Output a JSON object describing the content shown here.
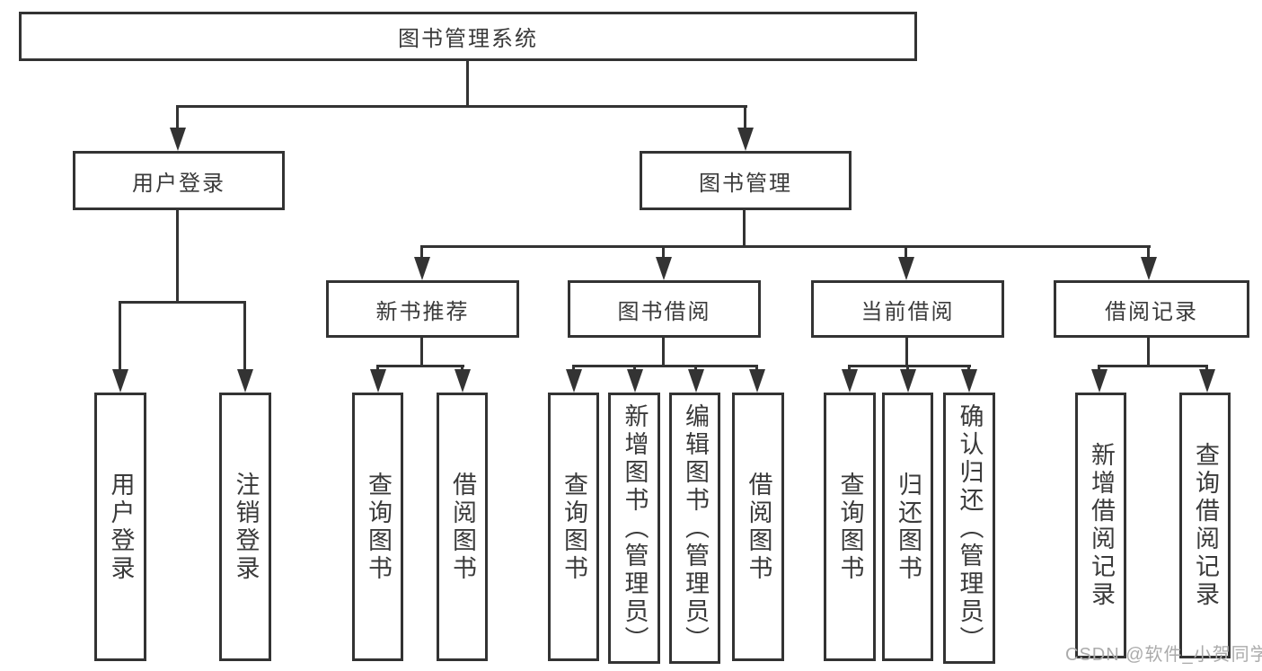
{
  "colors": {
    "line": "#333333",
    "text": "#3a3a3a",
    "watermark": "#ababab",
    "bg": "#ffffff"
  },
  "tree": {
    "root": "图书管理系统",
    "l1": [
      "用户登录",
      "图书管理"
    ],
    "l2": [
      "新书推荐",
      "图书借阅",
      "当前借阅",
      "借阅记录"
    ],
    "leaves_user": [
      "用户登录",
      "注销登录"
    ],
    "leaves_recommend": [
      "查询图书",
      "借阅图书"
    ],
    "leaves_borrow": [
      "查询图书",
      "新增图书（管理员）",
      "编辑图书（管理员）",
      "借阅图书"
    ],
    "leaves_current": [
      "查询图书",
      "归还图书",
      "确认归还（管理员）"
    ],
    "leaves_records": [
      "新增借阅记录",
      "查询借阅记录"
    ]
  },
  "watermark": {
    "text": "CSDN @软件_小贺同学"
  }
}
